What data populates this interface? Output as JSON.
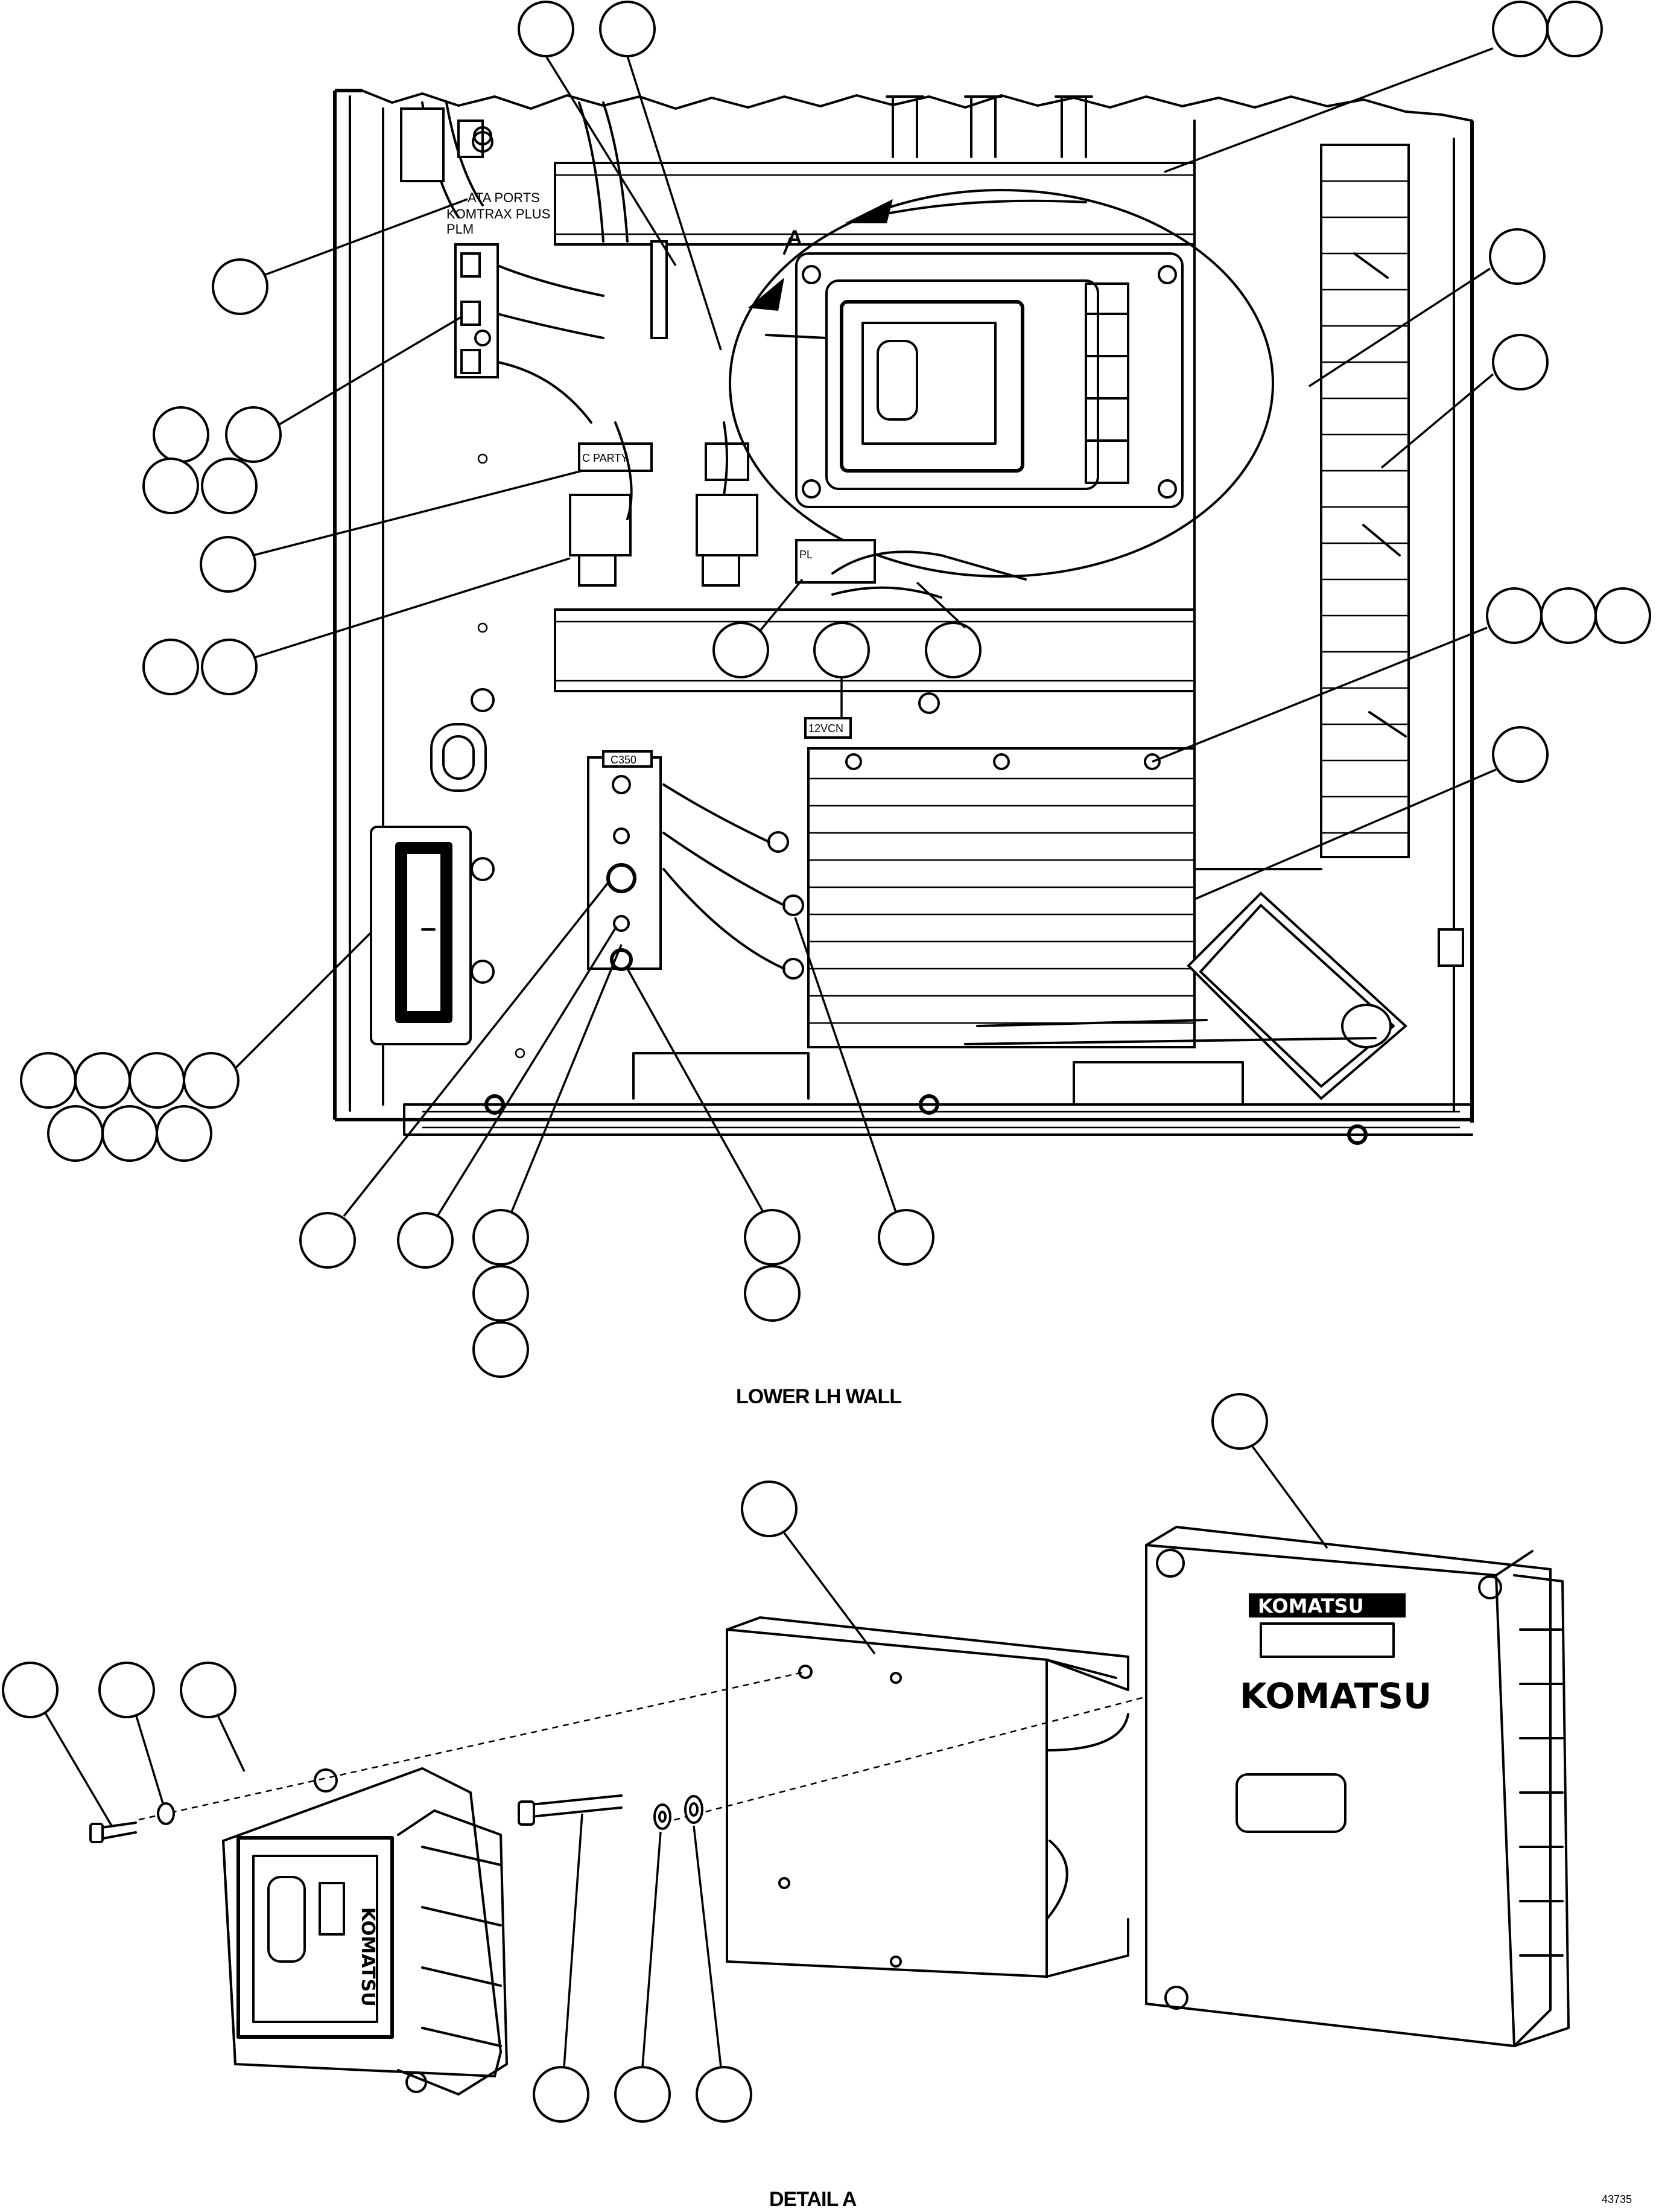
{
  "labels": {
    "data_ports": "ATA PORTS",
    "komtrax_plus": "KOMTRAX PLUS",
    "plm": "PLM",
    "third_party": "C PARTY",
    "detail_ref": "A",
    "fuse_label": "PL",
    "voltage_tag": "12VCN",
    "connector_tag": "C350"
  },
  "captions": {
    "lower_view": "LOWER LH WALL",
    "detail_view": "DETAIL A",
    "figure_number": "43735"
  },
  "branding": {
    "logo_text": "KOMATSU"
  }
}
